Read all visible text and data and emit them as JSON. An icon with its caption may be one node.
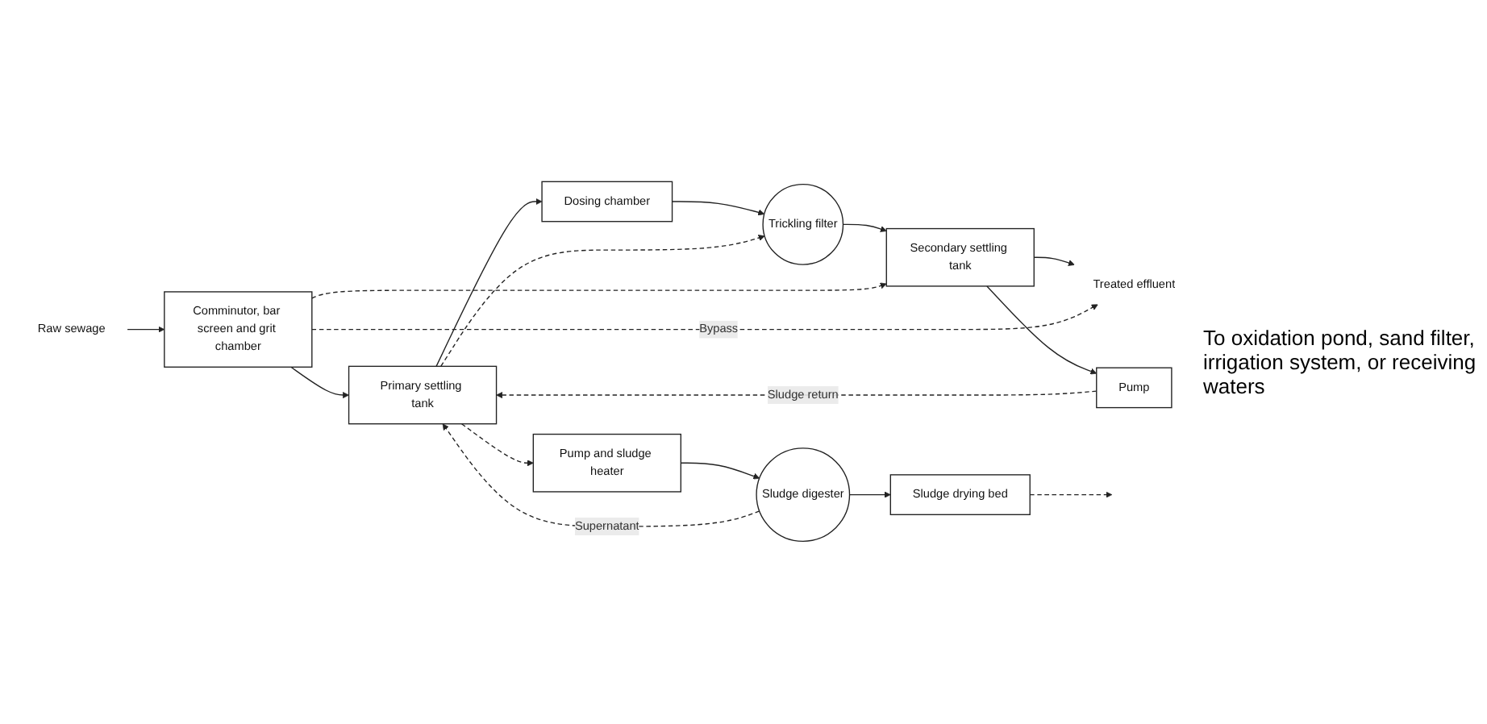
{
  "diagram": {
    "nodes": [
      {
        "text": [
          "Raw sewage"
        ]
      },
      {
        "text": [
          "Comminutor, bar screen and grit chamber"
        ]
      },
      {
        "text": [
          "Primary settling tank"
        ]
      },
      {
        "text": [
          "Dosing chamber"
        ]
      },
      {
        "text": [
          "Trickling filter"
        ]
      },
      {
        "text": [
          "Secondary settling tank"
        ]
      },
      {
        "text": [
          "Treated effluent"
        ]
      },
      {
        "text": [
          "Pump"
        ]
      },
      {
        "text": [
          "Pump and sludge heater"
        ]
      },
      {
        "text": [
          "Sludge digester"
        ]
      },
      {
        "text": [
          "Sludge drying bed"
        ]
      }
    ],
    "edges": [
      {
        "from": 0,
        "to": 1,
        "arrow": "to"
      },
      {
        "from": 1,
        "to": 2,
        "arrow": "to"
      },
      {
        "from": 2,
        "to": 3,
        "arrow": "to"
      },
      {
        "from": 3,
        "to": 4,
        "arrow": "to"
      },
      {
        "from": 4,
        "to": 5,
        "arrow": "to"
      },
      {
        "from": 5,
        "to": 6,
        "arrow": "to"
      },
      {
        "from": 1,
        "to": 6,
        "arrow": "to",
        "label": "Bypass",
        "style": "dashed"
      },
      {
        "from": 1,
        "to": 5,
        "arrow": "to",
        "style": "dashed"
      },
      {
        "from": 2,
        "to": 4,
        "arrow": "to",
        "style": "dashed"
      },
      {
        "from": 5,
        "to": 7,
        "arrow": "to"
      },
      {
        "from": 7,
        "to": 2,
        "arrow": "to",
        "label": "Sludge return",
        "style": "dashed"
      },
      {
        "from": 2,
        "to": 8,
        "arrow": "to",
        "style": "dashed"
      },
      {
        "from": 8,
        "to": 9,
        "arrow": "to"
      },
      {
        "from": 9,
        "to": 2,
        "arrow": "to",
        "label": "Supernatant",
        "style": "dashed"
      },
      {
        "from": 9,
        "to": 10,
        "arrow": "to"
      },
      {
        "from": 10,
        "to": null,
        "arrow": "to",
        "style": "dashed"
      }
    ],
    "labels": [
      "To oxidation pond, sand filter, irrigation system, or receiving waters"
    ]
  }
}
